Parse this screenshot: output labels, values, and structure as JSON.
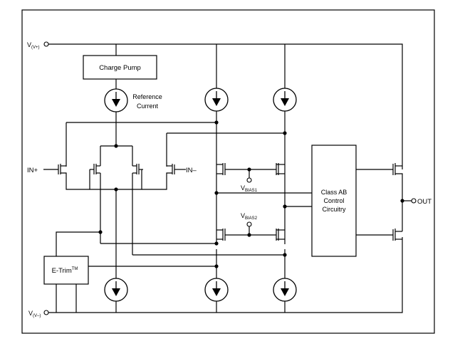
{
  "diagram": {
    "supply_positive": {
      "main": "V",
      "sub": "(V+)"
    },
    "supply_negative": {
      "main": "V",
      "sub": "(V–)"
    },
    "charge_pump": "Charge Pump",
    "reference_current": [
      "Reference",
      "Current"
    ],
    "input_positive": "IN+",
    "input_negative": "IN–",
    "bias1": {
      "main": "V",
      "sub": "BIAS1"
    },
    "bias2": {
      "main": "V",
      "sub": "BIAS2"
    },
    "class_ab": [
      "Class AB",
      "Control",
      "Circuitry"
    ],
    "etrim": {
      "main": "E-Trim",
      "sup": "TM"
    },
    "output": "OUT"
  }
}
